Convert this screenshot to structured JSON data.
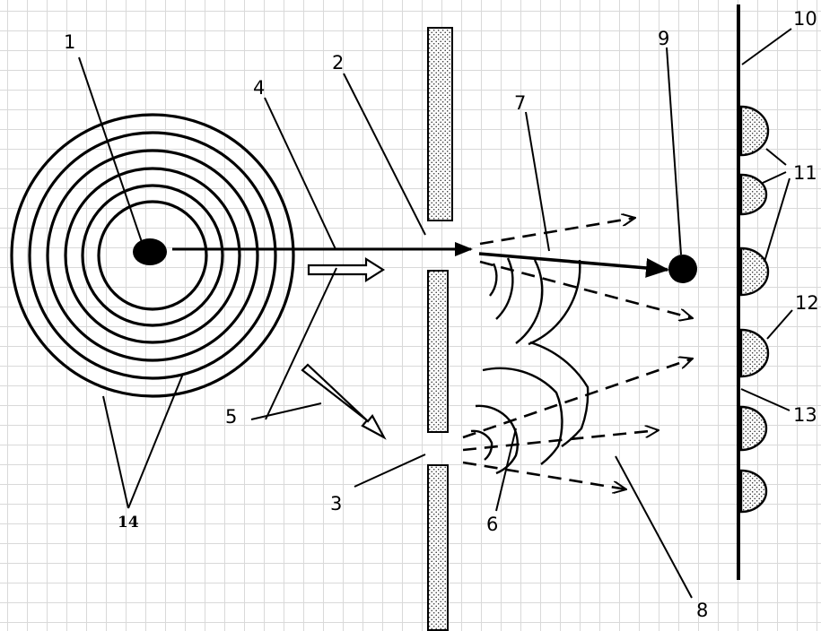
{
  "figure": {
    "labels": {
      "l1": "1",
      "l2": "2",
      "l3": "3",
      "l4": "4",
      "l5": "5",
      "l6": "6",
      "l7": "7",
      "l8": "8",
      "l9": "9",
      "l10": "10",
      "l11": "11",
      "l12": "12",
      "l13": "13",
      "l14": "14"
    },
    "colors": {
      "line": "#000000",
      "grid": "#d9d9d9",
      "dot": "#000000"
    }
  }
}
